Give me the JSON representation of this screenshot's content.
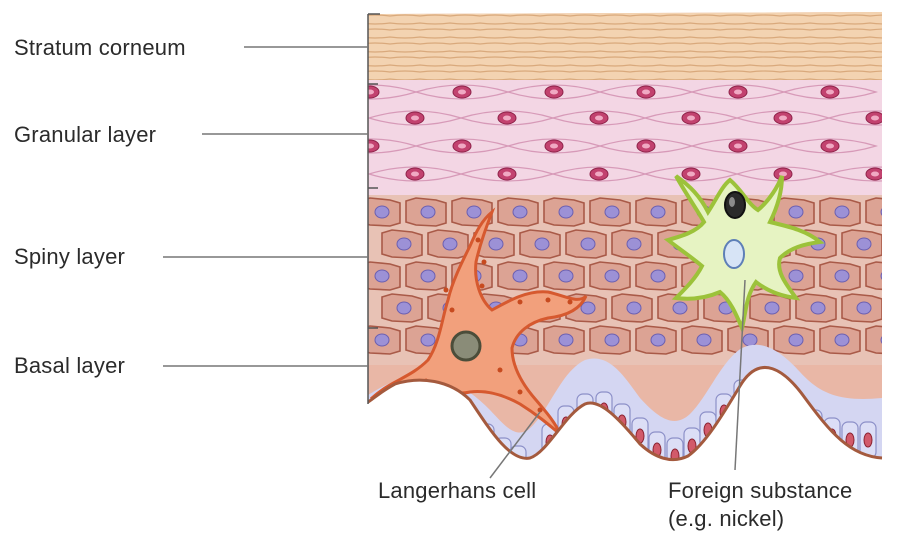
{
  "labels": {
    "stratum_corneum": "Stratum corneum",
    "granular_layer": "Granular layer",
    "spiny_layer": "Spiny layer",
    "basal_layer": "Basal layer",
    "langerhans_cell": "Langerhans cell",
    "foreign_substance_line1": "Foreign substance",
    "foreign_substance_line2": "(e.g. nickel)"
  },
  "colors": {
    "corneum": "#f3d3b1",
    "corneum_line": "#d9a97c",
    "granular": "#f3d6e4",
    "granular_line": "#d79ab8",
    "granular_nucleus": "#c2426f",
    "spiny_cell": "#dca394",
    "spiny_line": "#a95a48",
    "spiny_nucleus": "#9c91d6",
    "basal_cell": "#d4d6f2",
    "basal_nucleus": "#d25a6a",
    "basement_membrane": "#a45a3e",
    "langerhans": "#f2a07c",
    "langerhans_line": "#d6592f",
    "dendritic": "#e6f3c2",
    "dendritic_line": "#9cc23a",
    "leader_line": "#777777"
  }
}
